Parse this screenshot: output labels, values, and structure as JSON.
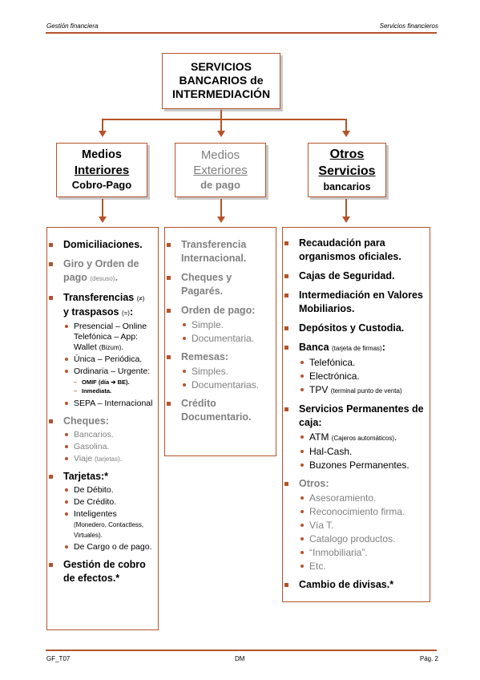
{
  "header": {
    "left": "Gestión financiera",
    "right": "Servicios financieros"
  },
  "footer": {
    "left": "GF_T07",
    "center": "DM",
    "right": "Pág. 2"
  },
  "root": {
    "line1": "SERVICIOS",
    "line2": "BANCARIOS de",
    "line3": "INTERMEDIACIÓN"
  },
  "col1": {
    "title1": "Medios",
    "title2": "Interiores",
    "title3": "Cobro-Pago",
    "items": [
      {
        "text": "Domiciliaciones."
      },
      {
        "text": "Giro y Orden de pago",
        "note": "(desuso)",
        "tail": "."
      },
      {
        "text": "Transferencias",
        "note1": "(≠)",
        "text2": "y traspasos",
        "note2": "(=)",
        "tail": ":",
        "sub": [
          {
            "text": "Presencial – Online Telefónica – App:",
            "text2": "Wallet",
            "note": "(Bizum)",
            "tail": "."
          },
          {
            "text": "Única – Periódica."
          },
          {
            "text": "Ordinaria – Urgente:"
          },
          {
            "text": "OMIF (día ➔ BE)."
          },
          {
            "text": "Inmediata."
          },
          {
            "text": "SEPA – Internacional"
          }
        ]
      },
      {
        "text": "Cheques:",
        "sub": [
          "Bancarios.",
          "Gasolina.",
          "Viaje"
        ],
        "viaje_note": "(tarjetas)",
        "viaje_tail": "."
      },
      {
        "text": "Tarjetas:*",
        "sub": [
          "De Débito.",
          "De Crédito.",
          "Inteligentes",
          "De Cargo o de pago."
        ],
        "intel_note": "(Monedero, Contactless, Virtuales)."
      },
      {
        "text": "Gestión de cobro de efectos.*"
      }
    ]
  },
  "col2": {
    "title1": "Medios",
    "title2": "Exteriores",
    "title3": "de pago",
    "items": [
      {
        "text": "Transferencia Internacional."
      },
      {
        "text": "Cheques y Pagarés."
      },
      {
        "text": "Orden de pago:",
        "sub": [
          "Simple.",
          "Documentaria."
        ]
      },
      {
        "text": "Remesas:",
        "sub": [
          "Simples.",
          "Documentarias."
        ]
      },
      {
        "text": "Crédito Documentario."
      }
    ]
  },
  "col3": {
    "title1": "Otros",
    "title2": "Servicios",
    "title3": "bancarios",
    "items": [
      {
        "text": "Recaudación para organismos oficiales."
      },
      {
        "text": "Cajas de Seguridad."
      },
      {
        "text": "Intermediación en Valores Mobiliarios."
      },
      {
        "text": "Depósitos y Custodia."
      },
      {
        "text": "Banca",
        "note": "(tarjeta de firmas)",
        "tail": ":",
        "sub": [
          "Telefónica.",
          "Electrónica.",
          "TPV"
        ],
        "tpv_note": "(terminal punto de venta)"
      },
      {
        "text": "Servicios Permanentes de caja:",
        "sub": [
          "ATM",
          "Hal-Cash.",
          "Buzones Permanentes."
        ],
        "atm_note": "(Cajeros automáticos)",
        "atm_tail": "."
      },
      {
        "text": "Otros:",
        "sub": [
          "Asesoramiento.",
          "Reconocimiento firma.",
          "Vía T.",
          "Catalogo productos.",
          "“Inmobiliaria”.",
          "Etc."
        ]
      },
      {
        "text": "Cambio de divisas.*"
      }
    ]
  },
  "colors": {
    "accent": "#b5532a",
    "muted": "#808080"
  }
}
